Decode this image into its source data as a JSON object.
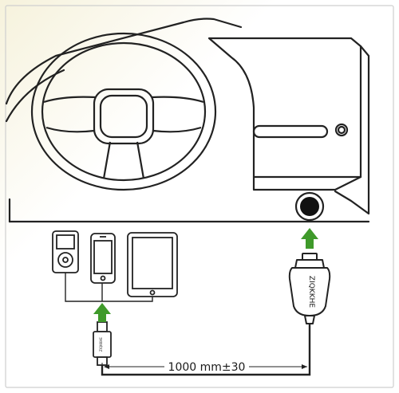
{
  "length_label": "1000 mm±30",
  "charger_brand": "ZIQKKHE",
  "connector_brand": "ZIQKKHE",
  "colors": {
    "arrow": "#3f9a2a",
    "line": "#222222",
    "frame": "#cfcfcf",
    "background_tint": "#f6f2dc"
  },
  "devices": [
    "ipod-classic",
    "iphone",
    "ipad"
  ]
}
